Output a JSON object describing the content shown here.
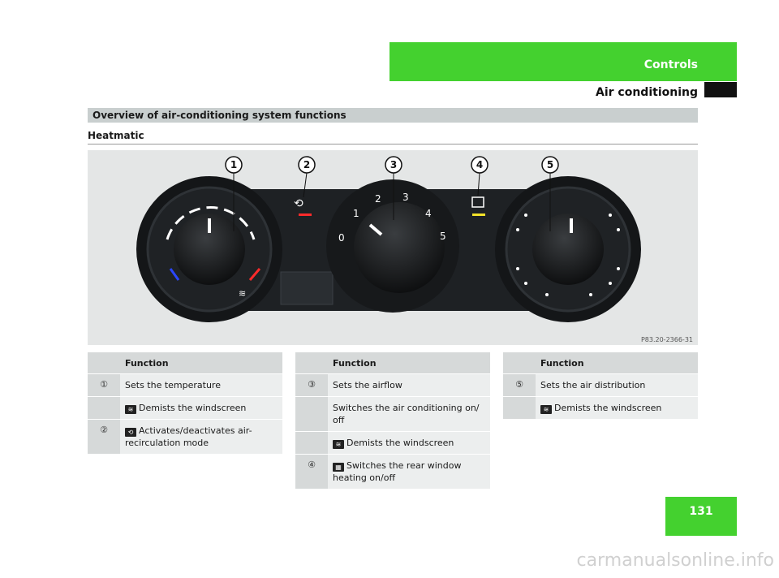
{
  "header": {
    "chapter": "Controls",
    "section": "Air conditioning"
  },
  "overview": {
    "title": "Overview of air-conditioning system functions",
    "subtitle": "Heatmatic"
  },
  "figure": {
    "callouts": [
      "1",
      "2",
      "3",
      "4",
      "5"
    ],
    "fan_speeds": [
      "0",
      "1",
      "2",
      "3",
      "4",
      "5"
    ],
    "code": "P83.20-2366-31"
  },
  "tables": [
    {
      "header": "Function",
      "rows": [
        {
          "num": "①",
          "text": "Sets the temperature"
        },
        {
          "num": "",
          "icon": "defrost-icon",
          "text": "Demists the windscreen"
        },
        {
          "num": "②",
          "icon": "recirculation-icon",
          "text": "Activates/deactivates air-recirculation mode"
        }
      ]
    },
    {
      "header": "Function",
      "rows": [
        {
          "num": "③",
          "text": "Sets the airflow"
        },
        {
          "num": "",
          "text": "Switches the air conditioning on/ off"
        },
        {
          "num": "",
          "icon": "defrost-icon",
          "text": "Demists the windscreen"
        },
        {
          "num": "④",
          "icon": "rear-window-heater-icon",
          "text": "Switches the rear window heating on/off"
        }
      ]
    },
    {
      "header": "Function",
      "rows": [
        {
          "num": "⑤",
          "text": "Sets the air distribution"
        },
        {
          "num": "",
          "icon": "defrost-icon",
          "text": "Demists the windscreen"
        }
      ]
    }
  ],
  "page": {
    "number": "131"
  },
  "watermark": "carmanualsonline.info"
}
